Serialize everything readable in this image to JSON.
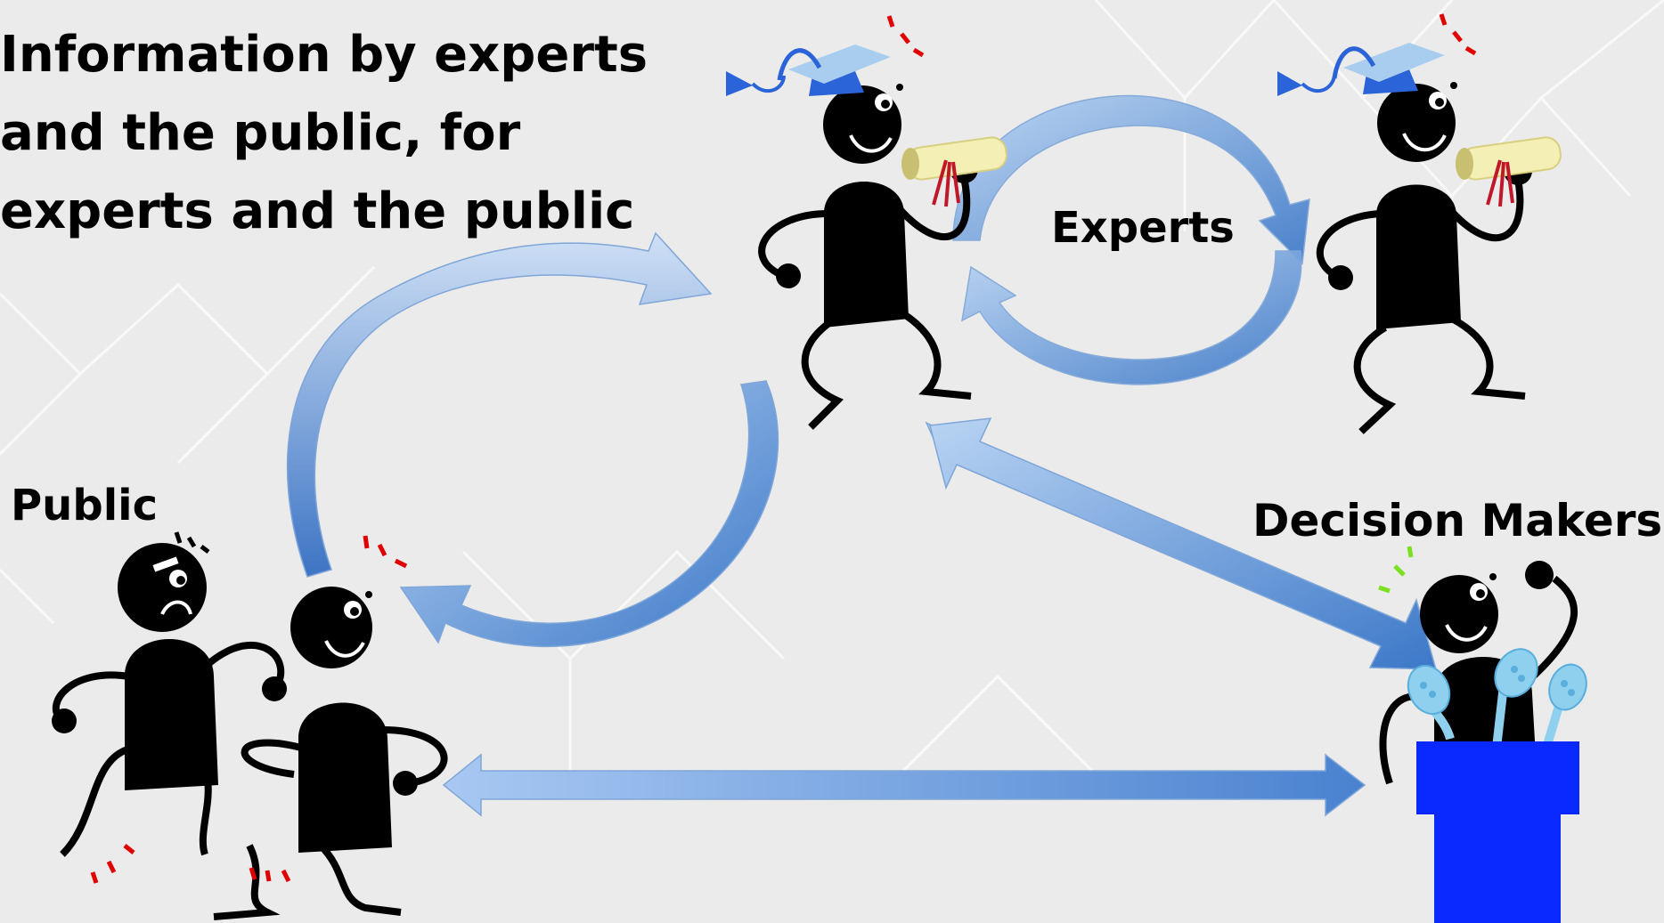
{
  "headline": {
    "lines": [
      "Information by experts",
      "and the public, for",
      "experts and the public"
    ]
  },
  "groups": {
    "experts": "Experts",
    "public": "Public",
    "decision_makers": "Decision Makers"
  },
  "colors": {
    "background": "#ebebeb",
    "grid_lines": "#ffffff",
    "arrow_light": "#a9c8f0",
    "arrow_dark": "#3c78c8",
    "figure": "#000000",
    "grad_cap": "#2b63d8",
    "grad_cap_top": "#a9cdee",
    "diploma": "#f4efb4",
    "diploma_ribbon": "#c0182a",
    "podium": "#0a29ff",
    "microphone": "#8fd0ef",
    "alert_marks_red": "#e00000",
    "alert_marks_green": "#7ce020"
  },
  "icons": [
    "expert-figure-icon",
    "graduation-cap-icon",
    "diploma-scroll-icon",
    "public-figure-icon",
    "decision-maker-figure-icon",
    "podium-icon",
    "microphone-icon"
  ]
}
